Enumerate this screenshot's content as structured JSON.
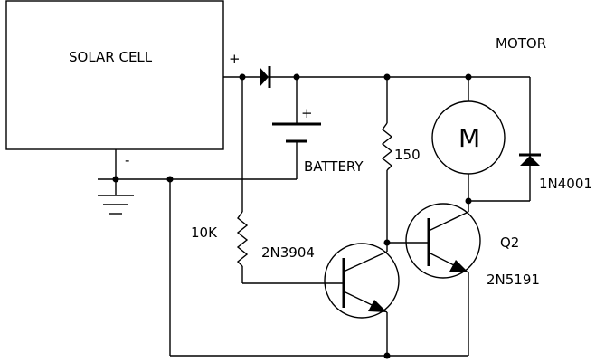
{
  "labels": {
    "solar_cell": "SOLAR CELL",
    "solar_plus": "+",
    "solar_minus": "-",
    "battery_plus": "+",
    "battery": "BATTERY",
    "motor": "MOTOR",
    "motor_symbol": "M",
    "r_150": "150",
    "r_10k": "10K",
    "diode_1n4001": "1N4001",
    "q1_type": "2N3904",
    "q2_name": "Q2",
    "q2_type": "2N5191"
  }
}
